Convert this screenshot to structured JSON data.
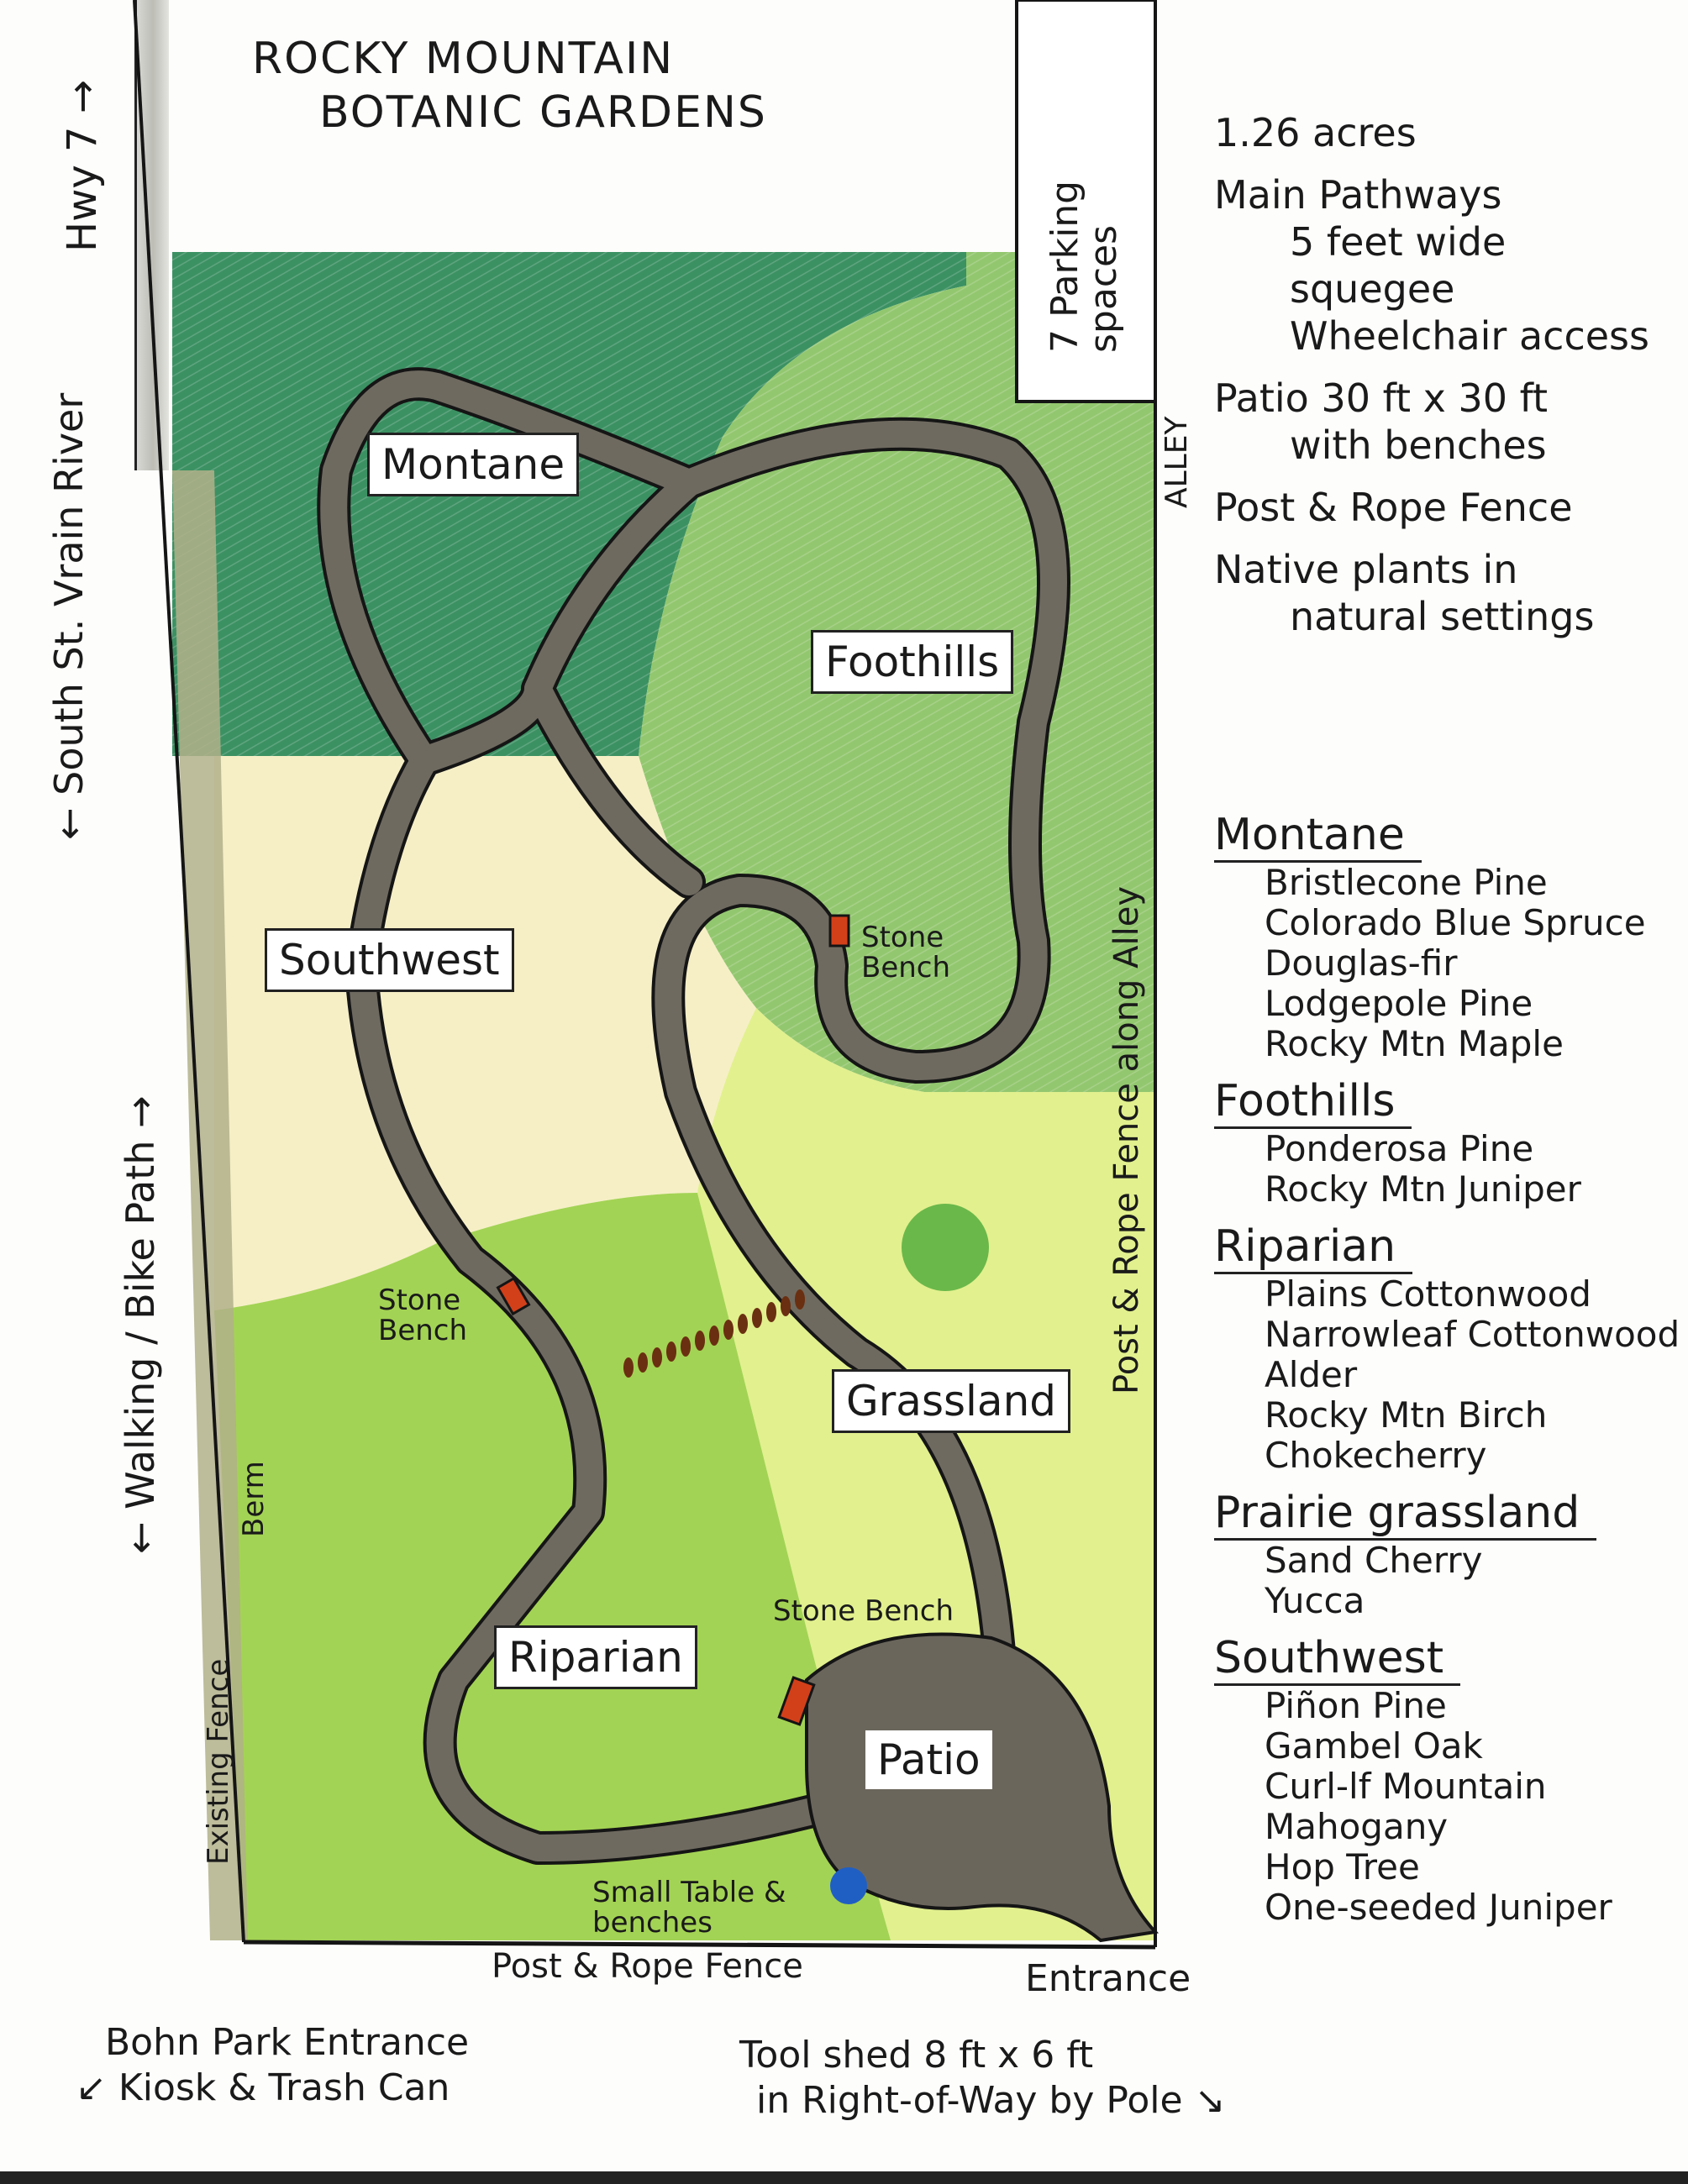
{
  "title": {
    "line1": "ROCKY MOUNTAIN",
    "line2": "BOTANIC GARDENS"
  },
  "colors": {
    "montane": "#2f8a57",
    "foothills": "#8cc466",
    "southwest": "#f7eec0",
    "riparian": "#9ccf4a",
    "grassland": "#e1f08a",
    "path": "#6b665c",
    "bench": "#d2401a",
    "table": "#1f5fc4",
    "tree": "#6ab84a",
    "rope": "#6a2f10",
    "berm": "#9c9a78",
    "outline": "#151515"
  },
  "edges": {
    "hwy": "Hwy 7 →",
    "river": "← South St. Vrain River",
    "walk_bike": "← Walking / Bike Path →",
    "existing_fence": "Existing Fence",
    "berm": "Berm",
    "alley": "ALLEY",
    "fence_alley": "Post & Rope Fence along Alley",
    "parking": "7 Parking spaces",
    "fence_bottom": "Post & Rope Fence",
    "entrance": "Entrance"
  },
  "zones": {
    "montane": "Montane",
    "foothills": "Foothills",
    "southwest": "Southwest",
    "grassland": "Grassland",
    "riparian": "Riparian",
    "patio": "Patio"
  },
  "features": {
    "stone_bench_1": "Stone Bench",
    "stone_bench_2": "Stone Bench",
    "stone_bench_3": "Stone Bench",
    "small_table": "Small Table & benches"
  },
  "notes": {
    "acres": "1.26 acres",
    "pathways": "Main Pathways",
    "path_width": "5 feet wide",
    "path_surface": "squegee",
    "path_access": "Wheelchair access",
    "patio": "Patio 30 ft x 30 ft",
    "patio_sub": "with benches",
    "fence": "Post & Rope Fence",
    "native": "Native plants in",
    "native_sub": "natural settings"
  },
  "plants": {
    "montane": {
      "title": "Montane",
      "items": [
        "Bristlecone Pine",
        "Colorado Blue Spruce",
        "Douglas-fir",
        "Lodgepole Pine",
        "Rocky Mtn Maple"
      ]
    },
    "foothills": {
      "title": "Foothills",
      "items": [
        "Ponderosa Pine",
        "Rocky Mtn Juniper"
      ]
    },
    "riparian": {
      "title": "Riparian",
      "items": [
        "Plains Cottonwood",
        "Narrowleaf Cottonwood",
        "Alder",
        "Rocky Mtn Birch",
        "Chokecherry"
      ]
    },
    "grassland": {
      "title": "Prairie grassland",
      "items": [
        "Sand Cherry",
        "Yucca"
      ]
    },
    "southwest": {
      "title": "Southwest",
      "items": [
        "Piñon Pine",
        "Gambel Oak",
        "Curl-lf Mountain Mahogany",
        "Hop Tree",
        "One-seeded Juniper"
      ]
    }
  },
  "bottom": {
    "kiosk_line1": "Bohn Park Entrance",
    "kiosk_line2": "Kiosk & Trash Can",
    "kiosk_arrow": "↙",
    "shed_line1": "Tool shed 8 ft x 6 ft",
    "shed_line2": "in Right-of-Way by Pole",
    "shed_arrow": "↘"
  }
}
